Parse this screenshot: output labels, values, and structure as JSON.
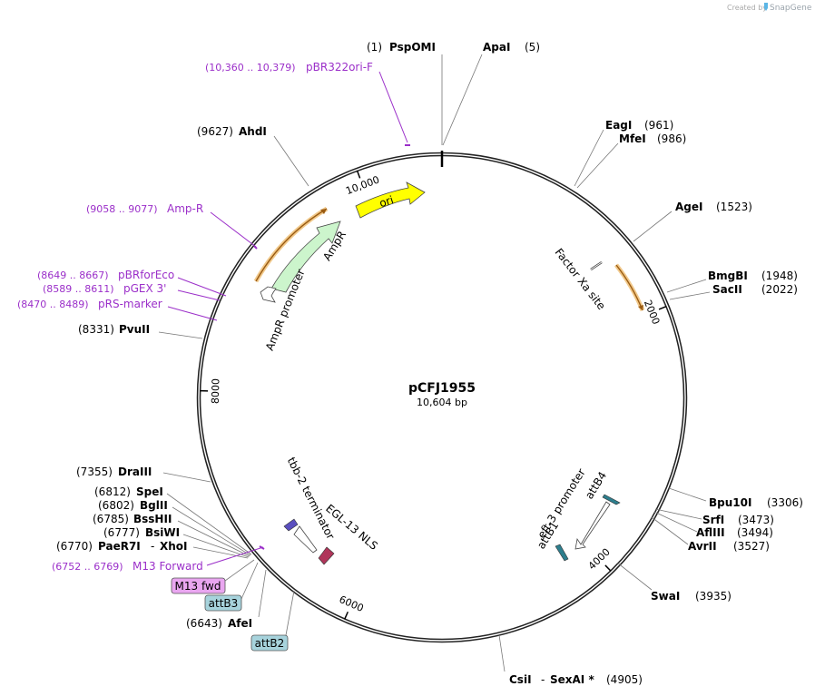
{
  "credit": {
    "prefix": "Created by",
    "brand": "SnapGene"
  },
  "plasmid": {
    "name": "pCFJ1955",
    "size_label": "10,604 bp",
    "length": 10604
  },
  "ticks": [
    {
      "pos": 2000,
      "label": "2000"
    },
    {
      "pos": 4000,
      "label": "4000"
    },
    {
      "pos": 6000,
      "label": "6000"
    },
    {
      "pos": 8000,
      "label": "8000"
    },
    {
      "pos": 10000,
      "label": "10,000"
    }
  ],
  "sites": [
    {
      "id": "pspomi",
      "name": "PspOMI",
      "pos_label": "(1)"
    },
    {
      "id": "apai",
      "name": "ApaI",
      "pos_label": "(5)"
    },
    {
      "id": "eagi",
      "name": "EagI",
      "pos_label": "(961)"
    },
    {
      "id": "mfei",
      "name": "MfeI",
      "pos_label": "(986)"
    },
    {
      "id": "agei",
      "name": "AgeI",
      "pos_label": "(1523)"
    },
    {
      "id": "bmgbi",
      "name": "BmgBI",
      "pos_label": "(1948)"
    },
    {
      "id": "sacii",
      "name": "SacII",
      "pos_label": "(2022)"
    },
    {
      "id": "bpu10i",
      "name": "Bpu10I",
      "pos_label": "(3306)"
    },
    {
      "id": "srfi",
      "name": "SrfI",
      "pos_label": "(3473)"
    },
    {
      "id": "aflIII",
      "name": "AflIII",
      "pos_label": "(3494)"
    },
    {
      "id": "avrii",
      "name": "AvrII",
      "pos_label": "(3527)"
    },
    {
      "id": "swai",
      "name": "SwaI",
      "pos_label": "(3935)"
    },
    {
      "id": "csii",
      "name": "CsiI",
      "sep": "-",
      "name2": "SexAI *",
      "pos_label": "(4905)"
    },
    {
      "id": "afei",
      "name": "AfeI",
      "pos_label": "(6643)"
    },
    {
      "id": "paer7i",
      "name": "PaeR7I",
      "sep": "-",
      "name2": "XhoI",
      "pos_label": "(6770)"
    },
    {
      "id": "bsiwi",
      "name": "BsiWI",
      "pos_label": "(6777)"
    },
    {
      "id": "bsshii",
      "name": "BssHII",
      "pos_label": "(6785)"
    },
    {
      "id": "bglii",
      "name": "BglII",
      "pos_label": "(6802)"
    },
    {
      "id": "spei",
      "name": "SpeI",
      "pos_label": "(6812)"
    },
    {
      "id": "draiii",
      "name": "DraIII",
      "pos_label": "(7355)"
    },
    {
      "id": "pvuii",
      "name": "PvuII",
      "pos_label": "(8331)"
    },
    {
      "id": "ahdi",
      "name": "AhdI",
      "pos_label": "(9627)"
    }
  ],
  "primers": [
    {
      "id": "pbr322ori",
      "range": "(10,360 .. 10,379)",
      "name": "pBR322ori-F"
    },
    {
      "id": "ampr_primer",
      "range": "(9058 .. 9077)",
      "name": "Amp-R"
    },
    {
      "id": "pbrforeco",
      "range": "(8649 .. 8667)",
      "name": "pBRforEco"
    },
    {
      "id": "pgex3",
      "range": "(8589 .. 8611)",
      "name": "pGEX 3'"
    },
    {
      "id": "prsmarker",
      "range": "(8470 .. 8489)",
      "name": "pRS-marker"
    },
    {
      "id": "m13forward",
      "range": "(6752 .. 6769)",
      "name": "M13 Forward"
    }
  ],
  "boxed_labels": [
    {
      "id": "m13fwd",
      "text": "M13 fwd",
      "color": "#e9a6f0"
    },
    {
      "id": "attb3",
      "text": "attB3",
      "color": "#a7d3dc"
    },
    {
      "id": "attb2",
      "text": "attB2",
      "color": "#a7d3dc"
    }
  ],
  "features": [
    {
      "id": "ori",
      "label": "ori",
      "color": "#ffff00"
    },
    {
      "id": "ampr",
      "label": "AmpR",
      "color": "#ccf5cc"
    },
    {
      "id": "ampr_promoter",
      "label": "AmpR promoter",
      "color": "#ffffff"
    },
    {
      "id": "factor_xa",
      "label": "Factor Xa site"
    },
    {
      "id": "tbb2",
      "label": "tbb-2 terminator"
    },
    {
      "id": "egl13",
      "label": "EGL-13 NLS",
      "color": "#b0355a"
    },
    {
      "id": "eft3",
      "label": "eft-3 promoter"
    },
    {
      "id": "attb4",
      "label": "attB4",
      "color": "#2d7f8e"
    },
    {
      "id": "attb1",
      "label": "attB1",
      "color": "#2d7f8e"
    }
  ],
  "colors": {
    "primer": "#9b2fc9",
    "orf": "#e8a33a",
    "backbone": "#222222"
  }
}
